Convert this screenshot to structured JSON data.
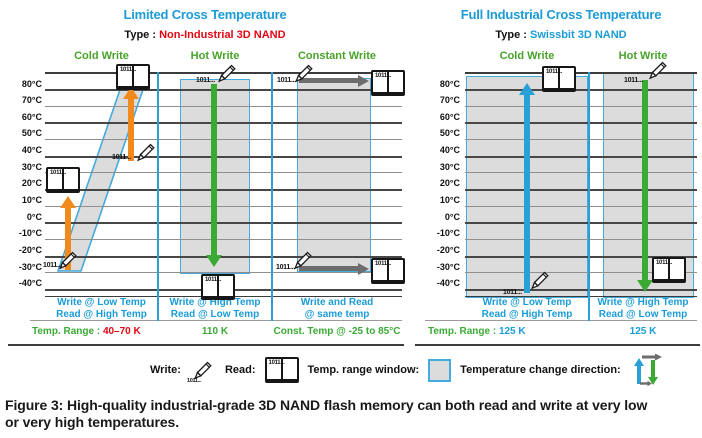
{
  "panels": [
    {
      "title": "Limited Cross Temperature",
      "type_prefix": "Type :",
      "type_value": "Non-Industrial 3D NAND",
      "columns": [
        {
          "header": "Cold Write",
          "footer1": "Write @ Low Temp",
          "footer2": "Read @ High Temp"
        },
        {
          "header": "Hot Write",
          "footer1": "Write @ High Temp",
          "footer2": "Read @ Low Temp"
        },
        {
          "header": "Constant Write",
          "footer1": "Write and Read",
          "footer2": "@ same temp"
        }
      ],
      "range_label": "Temp. Range :",
      "range_values": [
        "40–70 K",
        "110 K",
        "Const. Temp @ -25 to 85°C"
      ]
    },
    {
      "title": "Full Industrial Cross Temperature",
      "type_prefix": "Type :",
      "type_value": "Swissbit 3D NAND",
      "columns": [
        {
          "header": "Cold Write",
          "footer1": "Write @ Low Temp",
          "footer2": "Read @ High Temp"
        },
        {
          "header": "Hot Write",
          "footer1": "Write @ High Temp",
          "footer2": "Read @ Low Temp"
        }
      ],
      "range_label": "Temp. Range :",
      "range_values": [
        "125 K",
        "125 K"
      ]
    }
  ],
  "axis_ticks": [
    "80°C",
    "70°C",
    "60°C",
    "50°C",
    "40°C",
    "30°C",
    "20°C",
    "10°C",
    "0°C",
    "-10°C",
    "-20°C",
    "-30°C",
    "-40°C"
  ],
  "cell_label": "1011...",
  "legend": {
    "write_label": "Write:",
    "read_label": "Read:",
    "window_label": "Temp. range window:",
    "direction_label": "Temperature change direction:"
  },
  "caption": {
    "line1": "Figure 3: High-quality industrial-grade 3D NAND flash memory can both read and write at very low",
    "line2": "or very high temperatures."
  },
  "colors": {
    "heading_blue": "#1b9cd6",
    "type_red": "#e30613",
    "header_green": "#48a32a",
    "window_fill": "#dcdcdc",
    "window_border": "#45aadd",
    "arrow_orange": "#f18a1d",
    "arrow_green": "#3aaa35",
    "arrow_blue": "#29a0d8",
    "arrow_gray": "#6d6d6d",
    "range_green": "#3aaa35",
    "range_red": "#e30613",
    "range_blue": "#1b9cd6"
  }
}
